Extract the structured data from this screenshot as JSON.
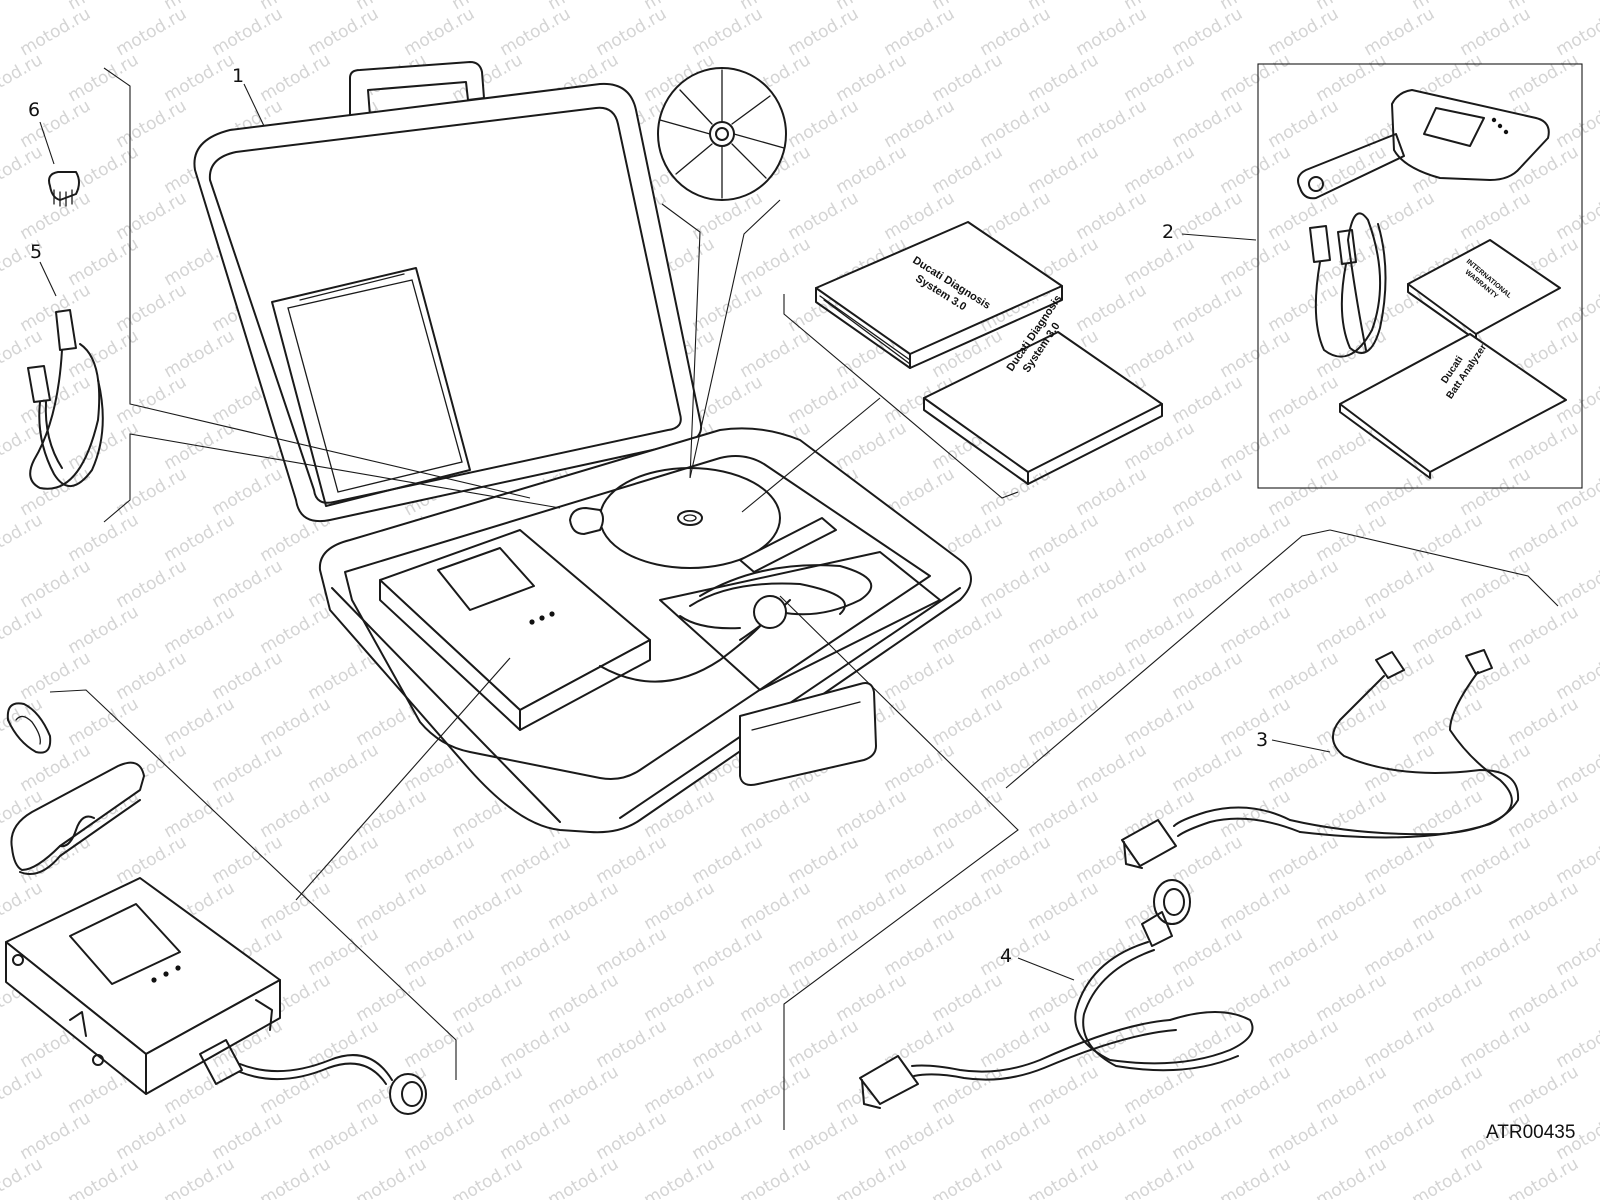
{
  "watermark": {
    "text": "motod.ru"
  },
  "reference_code": "ATR00435",
  "callouts": [
    {
      "id": "1",
      "label": "1"
    },
    {
      "id": "2",
      "label": "2"
    },
    {
      "id": "3",
      "label": "3"
    },
    {
      "id": "4",
      "label": "4"
    },
    {
      "id": "5",
      "label": "5"
    },
    {
      "id": "6",
      "label": "6"
    }
  ],
  "manuals": {
    "manual_a": {
      "line1": "Ducati Diagnosis",
      "line2": "System 3.0"
    },
    "manual_b": {
      "line1": "Ducati Diagnosis",
      "line2": "System 3.0"
    },
    "warranty": {
      "line1": "INTERNATIONAL",
      "line2": "WARRANTY"
    },
    "battery": {
      "line1": "Ducati",
      "line2": "Batt Analyzer"
    }
  }
}
